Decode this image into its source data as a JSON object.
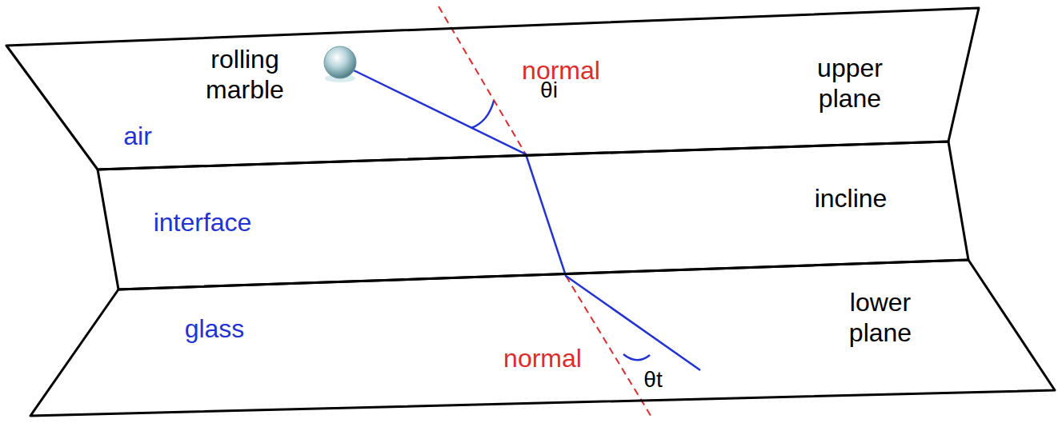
{
  "diagram": {
    "nodes": [
      {
        "text": [
          "rolling marble",
          "air",
          "normal",
          "θi",
          "upper plane"
        ]
      },
      {
        "text": [
          "interface",
          "incline"
        ]
      },
      {
        "text": [
          "glass",
          "normal",
          "θt",
          "lower plane"
        ]
      }
    ]
  }
}
